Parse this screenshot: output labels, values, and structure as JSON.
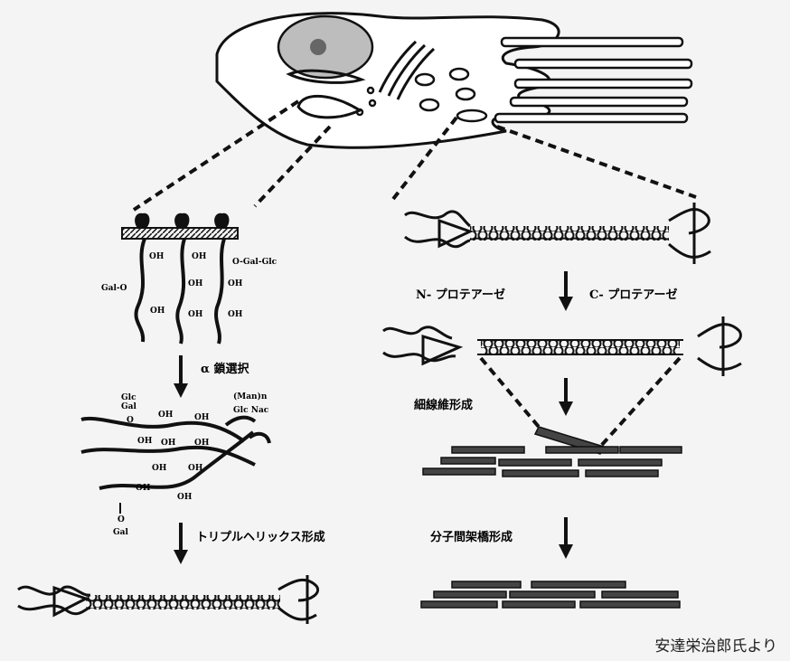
{
  "left_panel": {
    "oh_label": "OH",
    "gal_o": "Gal-O",
    "o_gal_glc": "O-Gal-Glc",
    "step1": "α 鎖選択",
    "helix_labels": {
      "glc": "Glc",
      "gal": "Gal",
      "o": "O",
      "man": "(Man)n",
      "glcnac": "Glc  Nac",
      "o_gal_bottom_o": "O",
      "o_gal_bottom_gal": "Gal"
    },
    "step2": "トリプルヘリックス形成"
  },
  "right_panel": {
    "n_protease": "N- プロテアーゼ",
    "c_protease": "C- プロテアーゼ",
    "step_fibril": "細線維形成",
    "step_crosslink": "分子間架橋形成"
  },
  "credit": "安達栄治郎氏より",
  "colors": {
    "ink": "#111111",
    "cell_fill": "#ffffff",
    "nucleus": "#bdbdbd",
    "background": "#f4f4f4"
  }
}
